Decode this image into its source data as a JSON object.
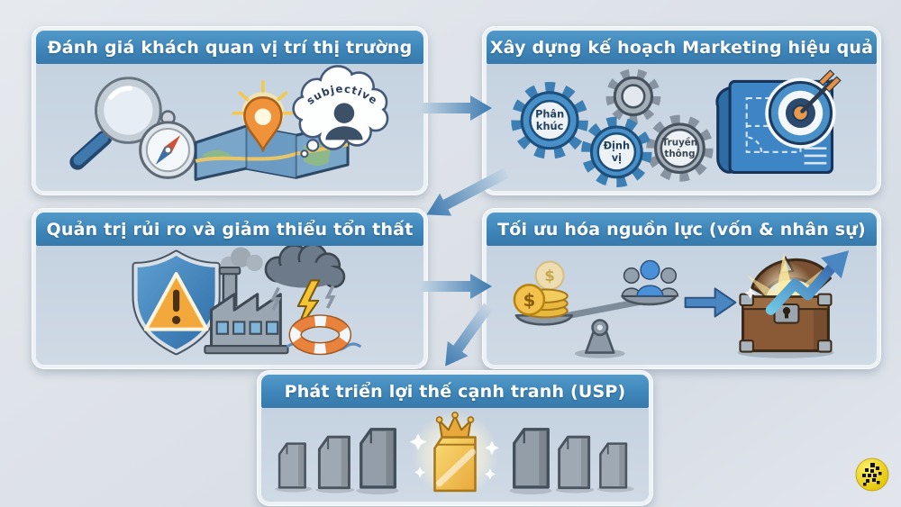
{
  "panels": {
    "market": {
      "title": "Đánh giá khách quan vị trí thị trường",
      "bubble_text": "subjective",
      "icons": [
        "magnifier-icon",
        "compass-icon",
        "map-icon",
        "location-pin-icon",
        "thought-bubble-icon",
        "person-silhouette-icon"
      ]
    },
    "plan": {
      "title": "Xây dựng kế hoạch Marketing hiệu quả",
      "gears": [
        {
          "label": "Phân khúc",
          "lines": [
            "Phân",
            "khúc"
          ],
          "color": "#4a90c8"
        },
        {
          "label": "Định vị",
          "lines": [
            "Định",
            "vị"
          ],
          "color": "#4a90c8"
        },
        {
          "label": "Truyền thông",
          "lines": [
            "Truyền",
            "thông"
          ],
          "color": "#a3aeb9"
        }
      ],
      "icons": [
        "gear-icon",
        "blueprint-icon",
        "target-icon"
      ]
    },
    "risk": {
      "title": "Quản trị rủi ro và giảm thiểu tổn thất",
      "icons": [
        "shield-warning-icon",
        "factory-icon",
        "storm-cloud-icon",
        "lightning-icon",
        "lifebuoy-icon"
      ]
    },
    "resources": {
      "title": "Tối ưu hóa nguồn lực (vốn & nhân sự)",
      "coin_symbol": "$",
      "icons": [
        "coins-icon",
        "balance-scale-icon",
        "people-icon",
        "arrow-right-icon",
        "treasure-chest-icon",
        "growth-arrow-icon"
      ]
    },
    "usp": {
      "title": "Phát triển lợi thế cạnh tranh (USP)",
      "icons": [
        "package-icon",
        "gold-package-icon",
        "crown-icon",
        "glow-icon"
      ]
    }
  },
  "flow": [
    {
      "from": "market",
      "to": "plan"
    },
    {
      "from": "plan",
      "to": "risk"
    },
    {
      "from": "risk",
      "to": "resources"
    },
    {
      "from": "resources",
      "to": "usp"
    }
  ],
  "colors": {
    "header_blue": "#3e86ba",
    "panel_frame": "#edf2f7",
    "panel_body": "#c9d6e3",
    "background": "#dfe3e8",
    "arrow_blue": "#3d7ab0",
    "gold": "#f2c14e",
    "logo_yellow": "#f0d320"
  }
}
